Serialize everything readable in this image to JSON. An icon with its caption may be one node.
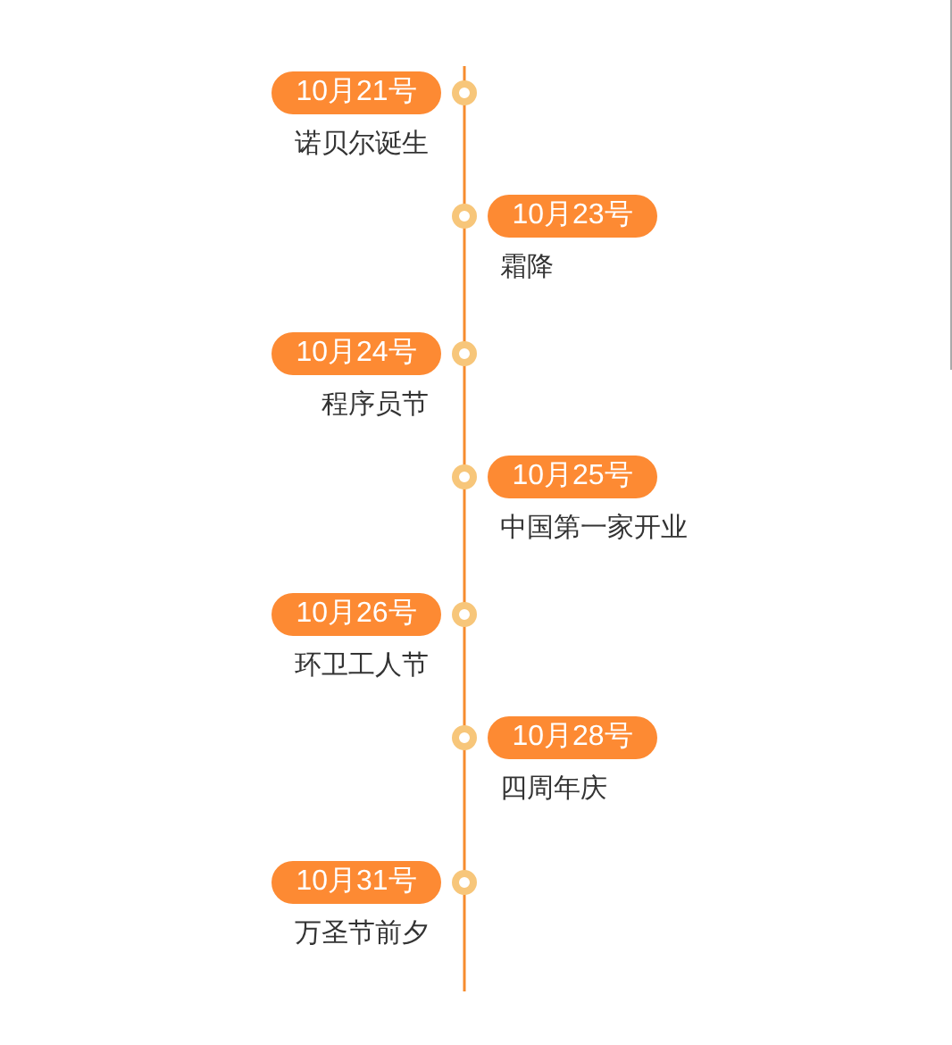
{
  "diagram": {
    "nodes": [
      {
        "text": [
          "10月21号"
        ],
        "beside": [
          "诺贝尔诞生"
        ]
      },
      {
        "text": [
          "10月23号"
        ],
        "beside": [
          "霜降"
        ]
      },
      {
        "text": [
          "10月24号"
        ],
        "beside": [
          "程序员节"
        ]
      },
      {
        "text": [
          "10月25号"
        ],
        "beside": [
          "中国第一家开业"
        ]
      },
      {
        "text": [
          "10月26号"
        ],
        "beside": [
          "环卫工人节"
        ]
      },
      {
        "text": [
          "10月28号"
        ],
        "beside": [
          "四周年庆"
        ]
      },
      {
        "text": [
          "10月31号"
        ],
        "beside": [
          "万圣节前夕"
        ]
      }
    ]
  }
}
